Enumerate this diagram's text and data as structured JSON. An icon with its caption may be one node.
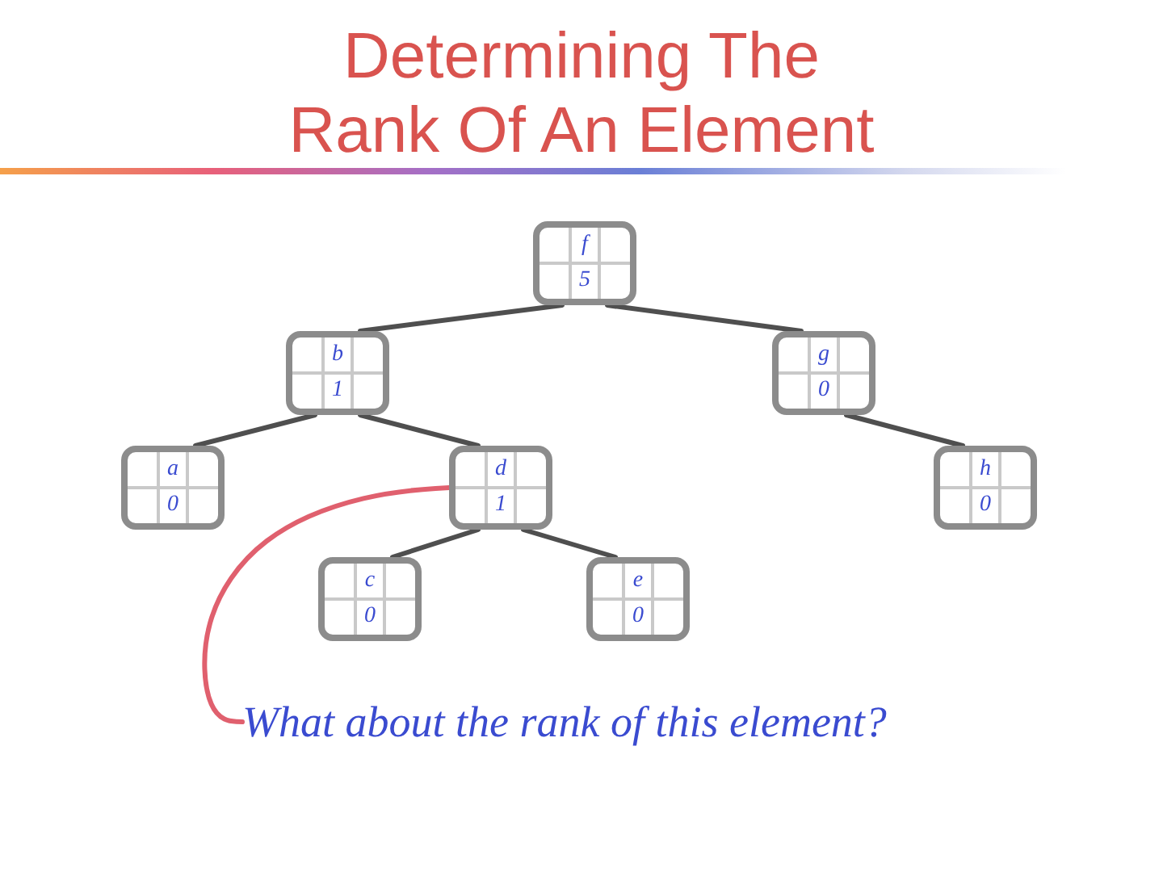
{
  "diagram": {
    "title": "Determining The Rank Of An Element",
    "nodes": [
      {
        "text": [
          "f",
          "5"
        ]
      },
      {
        "text": [
          "b",
          "1"
        ]
      },
      {
        "text": [
          "g",
          "0"
        ]
      },
      {
        "text": [
          "a",
          "0"
        ]
      },
      {
        "text": [
          "d",
          "1"
        ]
      },
      {
        "text": [
          "h",
          "0"
        ]
      },
      {
        "text": [
          "c",
          "0"
        ]
      },
      {
        "text": [
          "e",
          "0"
        ]
      },
      {
        "text": [
          "What about the rank of this element?"
        ]
      }
    ],
    "edges": [
      {
        "from": 0,
        "to": 1,
        "arrow": "none"
      },
      {
        "from": 0,
        "to": 2,
        "arrow": "none"
      },
      {
        "from": 1,
        "to": 3,
        "arrow": "none"
      },
      {
        "from": 1,
        "to": 4,
        "arrow": "none"
      },
      {
        "from": 2,
        "to": 5,
        "arrow": "none"
      },
      {
        "from": 4,
        "to": 6,
        "arrow": "none"
      },
      {
        "from": 4,
        "to": 7,
        "arrow": "none"
      },
      {
        "from": 8,
        "to": 4,
        "arrow": "none",
        "color": "#e0606e"
      }
    ]
  }
}
